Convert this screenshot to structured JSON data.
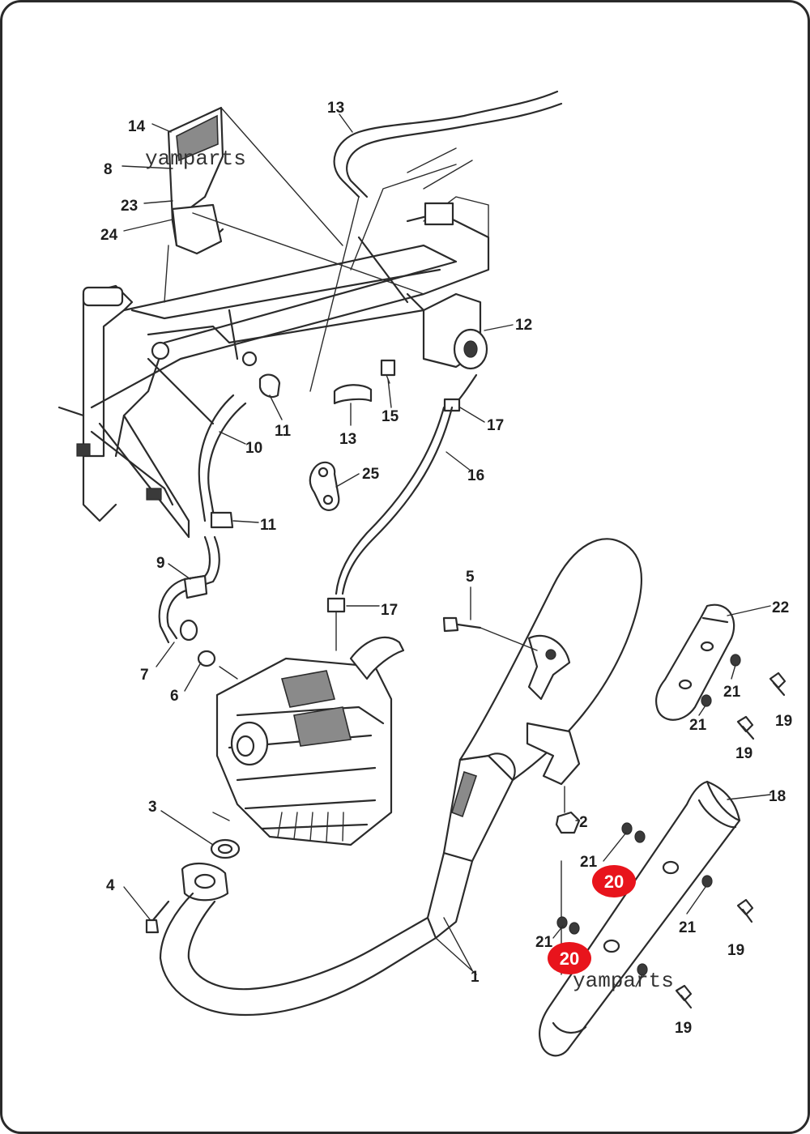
{
  "watermarks": [
    "yamparts",
    "yamparts"
  ],
  "highlight_color": "#e8141c",
  "callouts": {
    "c14": "14",
    "c8": "8",
    "c23": "23",
    "c24": "24",
    "c13a": "13",
    "c13b": "13",
    "c12": "12",
    "c11a": "11",
    "c11b": "11",
    "c10": "10",
    "c15": "15",
    "c17a": "17",
    "c17b": "17",
    "c16": "16",
    "c25": "25",
    "c9": "9",
    "c7": "7",
    "c6": "6",
    "c5": "5",
    "c22": "22",
    "c21a": "21",
    "c21b": "21",
    "c21c": "21",
    "c21d": "21",
    "c21e": "21",
    "c19a": "19",
    "c19b": "19",
    "c19c": "19",
    "c19d": "19",
    "c18": "18",
    "c2": "2",
    "c3": "3",
    "c4": "4",
    "c1": "1"
  },
  "highlighted_badges": {
    "b20a": "20",
    "b20b": "20"
  }
}
